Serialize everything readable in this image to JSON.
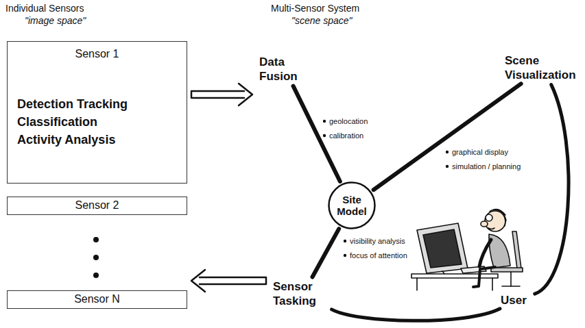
{
  "diagram": {
    "nodes": [
      {
        "text": [
          "Sensor 1",
          "Detection Tracking Classification Activity Analysis"
        ]
      },
      {
        "text": [
          "Sensor 2"
        ]
      },
      {
        "text": [
          "Sensor N"
        ]
      },
      {
        "text": [
          "Data Fusion"
        ]
      },
      {
        "text": [
          "Scene Visualization"
        ]
      },
      {
        "text": [
          "Site Model"
        ]
      },
      {
        "text": [
          "Sensor Tasking"
        ]
      },
      {
        "text": [
          "User"
        ]
      }
    ],
    "edges": [
      {
        "from": 0,
        "to": 3,
        "arrow": "to"
      },
      {
        "from": 6,
        "to": 2,
        "arrow": "to"
      },
      {
        "from": 3,
        "to": 5,
        "arrow": "none"
      },
      {
        "from": 5,
        "to": 4,
        "arrow": "none"
      },
      {
        "from": 5,
        "to": 6,
        "arrow": "none"
      },
      {
        "from": 4,
        "to": 7,
        "arrow": "none"
      },
      {
        "from": 7,
        "to": 6,
        "arrow": "none"
      }
    ],
    "labels": [
      "Individual Sensors",
      "\"image space\"",
      "Multi-Sensor System",
      "\"scene space\"",
      "geolocation",
      "calibration",
      "graphical display",
      "simulation / planning",
      "visibility analysis",
      "focus of attention"
    ]
  }
}
